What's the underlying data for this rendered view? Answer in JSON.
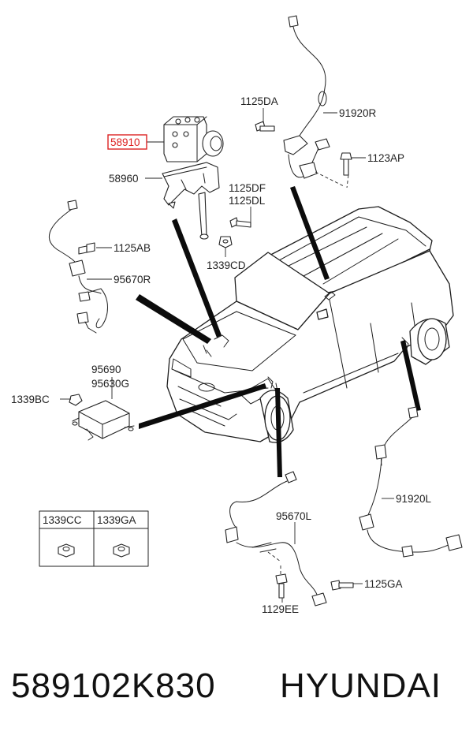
{
  "diagram": {
    "callouts": {
      "p58910": "58910",
      "p58960": "58960",
      "p1125DA": "1125DA",
      "p91920R": "91920R",
      "p1123AP": "1123AP",
      "p1125DF": "1125DF",
      "p1125DL": "1125DL",
      "p1125AB": "1125AB",
      "p1339CD": "1339CD",
      "p95670R": "95670R",
      "p95690": "95690",
      "p95630G": "95630G",
      "p1339BC": "1339BC",
      "p91920L": "91920L",
      "p95670L": "95670L",
      "p1125GA": "1125GA",
      "p1129EE": "1129EE"
    },
    "table": {
      "headers": [
        "1339CC",
        "1339GA"
      ]
    },
    "highlight_color": "#dd2222"
  },
  "footer": {
    "part_number": "589102K830",
    "brand": "HYUNDAI"
  }
}
